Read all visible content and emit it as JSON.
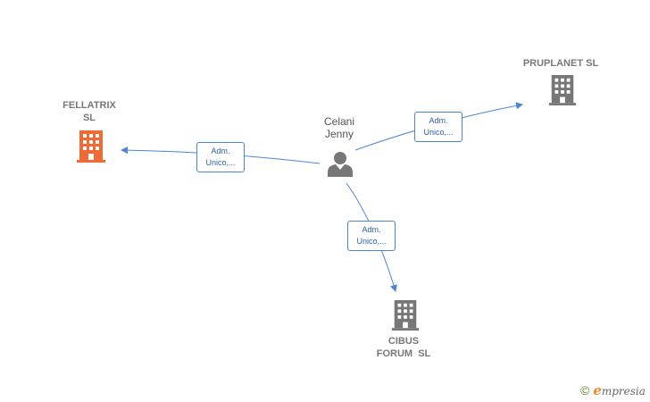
{
  "person": {
    "line1": "Celani",
    "line2": "Jenny",
    "icon": "person-icon"
  },
  "companies": [
    {
      "id": "fellatrix",
      "line1": "FELLATRIX",
      "line2": "SL",
      "color": "#f06a35",
      "icon": "building-icon"
    },
    {
      "id": "pruplanet",
      "line1": "PRUPLANET SL",
      "line2": "",
      "color": "#777777",
      "icon": "building-icon"
    },
    {
      "id": "cibus",
      "line1": "CIBUS",
      "line2": "FORUM  SL",
      "color": "#777777",
      "icon": "building-icon"
    }
  ],
  "edges": [
    {
      "to": "fellatrix",
      "line1": "Adm.",
      "line2": "Unico,..."
    },
    {
      "to": "pruplanet",
      "line1": "Adm.",
      "line2": "Unico,..."
    },
    {
      "to": "cibus",
      "line1": "Adm.",
      "line2": "Unico,..."
    }
  ],
  "colors": {
    "edge": "#4a86d8",
    "company_gray": "#777777",
    "company_highlight": "#f06a35",
    "person": "#777777"
  },
  "watermark": {
    "copyright": "©",
    "brand_initial": "e",
    "brand_rest": "mpresia"
  }
}
